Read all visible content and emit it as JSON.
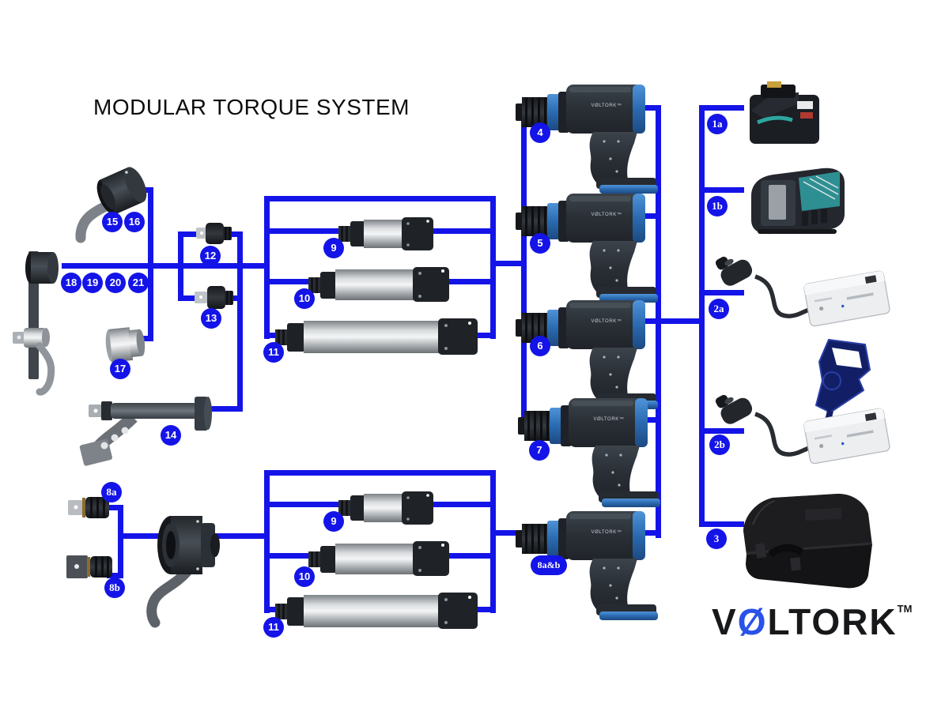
{
  "title": "MODULAR TORQUE SYSTEM",
  "logo": {
    "v": "V",
    "o": "Ø",
    "rest": "LTORK",
    "tm": "TM"
  },
  "gun": {
    "label": "VØLTORK™"
  },
  "colors": {
    "line": "#1414e8",
    "badge": "#1414e8",
    "logo_blue": "#2a52e8",
    "gun_blue": "#2a6ab0",
    "tube_silver": "#d9dcde"
  },
  "badges": {
    "b1a": "1a",
    "b1b": "1b",
    "b2a": "2a",
    "b2b": "2b",
    "b3": "3",
    "b4": "4",
    "b5": "5",
    "b6": "6",
    "b7": "7",
    "b8a": "8a",
    "b8b": "8b",
    "b8ab": "8a&b",
    "b9t": "9",
    "b10t": "10",
    "b11t": "11",
    "b9b": "9",
    "b10b": "10",
    "b11b": "11",
    "b12": "12",
    "b13": "13",
    "b14": "14",
    "b15": "15",
    "b16": "16",
    "b17": "17",
    "b18": "18",
    "b19": "19",
    "b20": "20",
    "b21": "21"
  }
}
